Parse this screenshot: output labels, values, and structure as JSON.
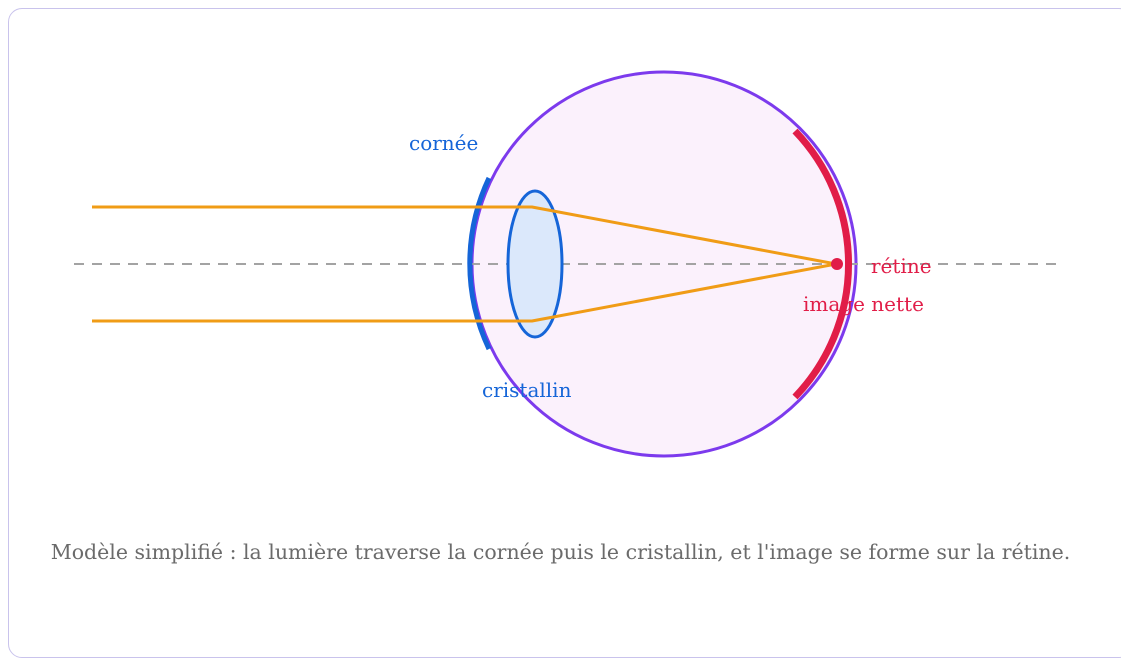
{
  "diagram": {
    "labels": {
      "cornea": "cornée",
      "lens": "cristallin",
      "retina": "rétine",
      "image": "image nette"
    },
    "colors": {
      "eyeball_fill": "#fbf1fc",
      "eyeball_stroke": "#7c3aed",
      "cornea": "#1565d8",
      "lens_fill": "#dbe8fb",
      "lens_stroke": "#1565d8",
      "retina": "#e11d48",
      "rays": "#f09c16",
      "axis": "#a3a3a3"
    }
  },
  "caption": "Modèle simplifié : la lumière traverse la cornée puis le cristallin, et l'image se forme sur la rétine."
}
